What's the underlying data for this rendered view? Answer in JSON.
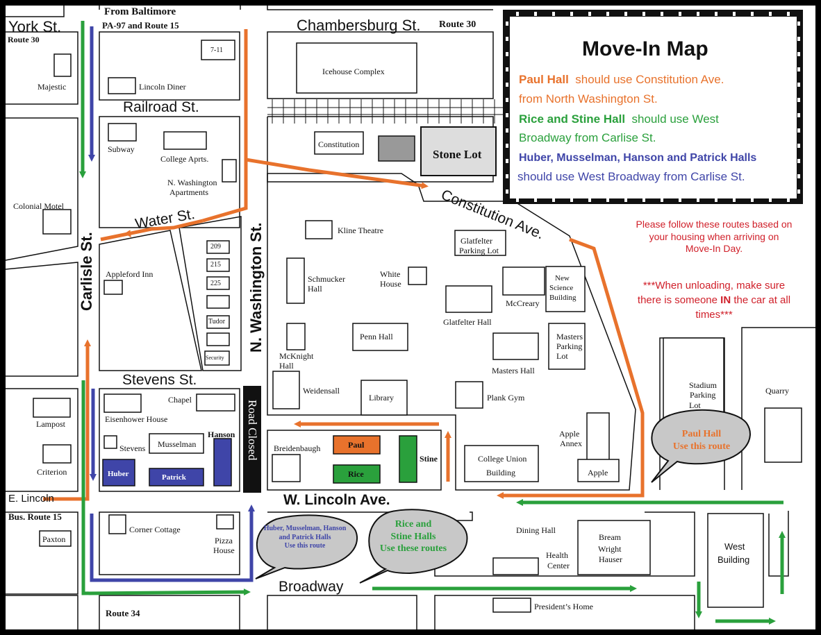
{
  "colors": {
    "orange": "#e8722c",
    "green": "#2aa03c",
    "blue": "#3f45a8",
    "gray": "#c8c8c8"
  },
  "legend": {
    "title": "Move-In Map",
    "paul_name": "Paul Hall",
    "paul_rest": "should use Constitution Ave.",
    "paul_line2": "from North Washington St.",
    "rice_name": "Rice and Stine Hall",
    "rice_rest": "should use West",
    "rice_line2": "Broadway from Carlise St.",
    "huber_line1": "Huber, Musselman, Hanson and Patrick Halls",
    "huber_line2": "should use West Broadway from Carlise St."
  },
  "notes": {
    "follow_1": "Please follow these routes based on",
    "follow_2": "your housing when arriving on",
    "follow_3": "Move-In Day.",
    "unload_1": "***When unloading, make sure",
    "unload_2a": "there is someone",
    "unload_2b": "IN",
    "unload_2c": "the car at all",
    "unload_3": "times***"
  },
  "streets": {
    "york": "York St.",
    "route30_left": "Route 30",
    "from_baltimore": "From Baltimore",
    "pa97": "PA-97 and Route 15",
    "chambersburg": "Chambersburg St.",
    "route30_top": "Route 30",
    "railroad": "Railroad St.",
    "water": "Water St.",
    "carlisle": "Carlisle St.",
    "n_washington": "N. Washington St.",
    "constitution": "Constitution Ave.",
    "stevens": "Stevens St.",
    "road_closed": "Road Closed",
    "w_lincoln": "W. Lincoln Ave.",
    "e_lincoln": "E. Lincoln",
    "bus_route15": "Bus. Route 15",
    "broadway": "Broadway",
    "route34": "Route 34"
  },
  "places": {
    "seven_eleven": "7-11",
    "majestic": "Majestic",
    "lincoln_diner": "Lincoln Diner",
    "icehouse": "Icehouse Complex",
    "subway": "Subway",
    "college_aprts": "College Aprts.",
    "nwash_apts_1": "N. Washington",
    "nwash_apts_2": "Apartments",
    "constitution_bldg": "Constitution",
    "stone_lot": "Stone Lot",
    "colonial_motel": "Colonial  Motel",
    "kline": "Kline Theatre",
    "glatfelter_lot_1": "Glatfelter",
    "glatfelter_lot_2": "Parking Lot",
    "n209": "209",
    "n215": "215",
    "n225": "225",
    "tudor": "Tudor",
    "security": "Security",
    "appleford": "Appleford Inn",
    "schmucker_1": "Schmucker",
    "schmucker_2": "Hall",
    "white_house_1": "White",
    "white_house_2": "House",
    "nsb_1": "New",
    "nsb_2": "Science",
    "nsb_3": "Building",
    "mccreary": "McCreary",
    "glatfelter_hall": "Glatfelter Hall",
    "penn_hall": "Penn Hall",
    "mcknight_1": "McKnight",
    "mcknight_2": "Hall",
    "masters_lot_1": "Masters",
    "masters_lot_2": "Parking",
    "masters_lot_3": "Lot",
    "masters_hall": "Masters Hall",
    "weidensall": "Weidensall",
    "library": "Library",
    "plank_gym": "Plank Gym",
    "stadium_1": "Stadium",
    "stadium_2": "Parking",
    "stadium_3": "Lot",
    "quarry": "Quarry",
    "chapel": "Chapel",
    "eisenhower": "Eisenhower House",
    "lampost": "Lampost",
    "stevens_bldg": "Stevens",
    "musselman": "Musselman",
    "hanson": "Hanson",
    "huber": "Huber",
    "patrick": "Patrick",
    "criterion": "Criterion",
    "breidenbaugh": "Breidenbaugh",
    "paul": "Paul",
    "rice": "Rice",
    "stine": "Stine",
    "apple_annex_1": "Apple",
    "apple_annex_2": "Annex",
    "apple": "Apple",
    "cub_1": "College Union",
    "cub_2": "Building",
    "corner_cottage": "Corner Cottage",
    "pizza_1": "Pizza",
    "pizza_2": "House",
    "paxton": "Paxton",
    "dining_hall": "Dining Hall",
    "health_1": "Health",
    "health_2": "Center",
    "bream_1": "Bream",
    "bream_2": "Wright",
    "bream_3": "Hauser",
    "west_1": "West",
    "west_2": "Building",
    "presidents_home": "President’s Home"
  },
  "bubbles": {
    "paul_1": "Paul Hall",
    "paul_2": "Use this route",
    "huber_1": "Huber, Musselman, Hanson",
    "huber_2": "and Patrick Halls",
    "huber_3": "Use this route",
    "rice_1": "Rice and",
    "rice_2": "Stine Halls",
    "rice_3": "Use these routes"
  }
}
